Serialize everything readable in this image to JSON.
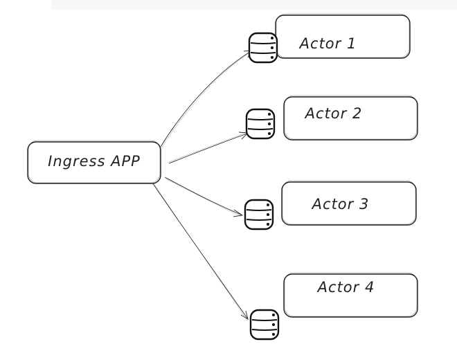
{
  "diagram": {
    "source": {
      "label": "Ingress APP"
    },
    "targets": [
      {
        "label": "Actor 1",
        "icon": "database-icon"
      },
      {
        "label": "Actor 2",
        "icon": "database-icon"
      },
      {
        "label": "Actor 3",
        "icon": "database-icon"
      },
      {
        "label": "Actor 4",
        "icon": "database-icon"
      }
    ],
    "edges": [
      {
        "from": "Ingress APP",
        "to": "Actor 1"
      },
      {
        "from": "Ingress APP",
        "to": "Actor 2"
      },
      {
        "from": "Ingress APP",
        "to": "Actor 3"
      },
      {
        "from": "Ingress APP",
        "to": "Actor 4"
      }
    ]
  },
  "style": {
    "stroke": "#1f1f1f",
    "background": "#ffffff"
  }
}
